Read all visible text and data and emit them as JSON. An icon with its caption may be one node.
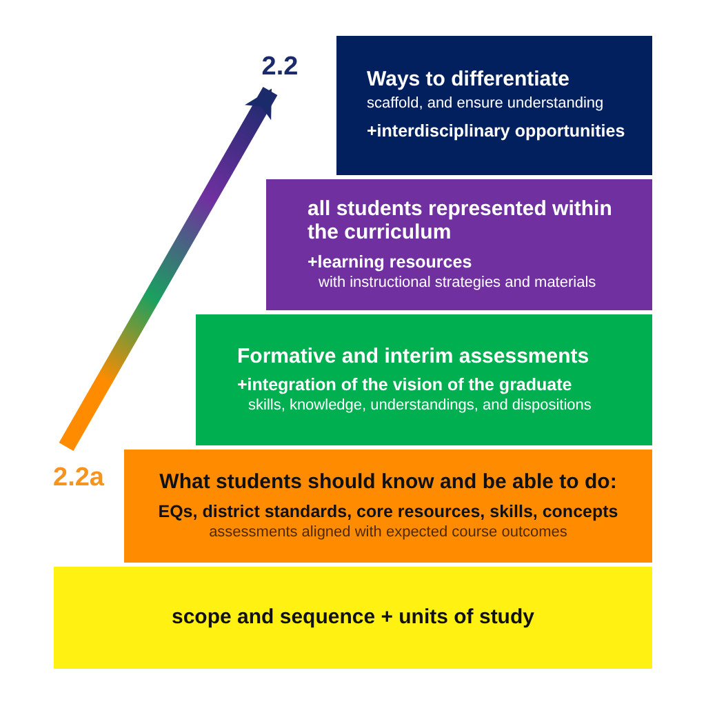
{
  "diagram": {
    "nodes": [
      {
        "text": [
          "2.2"
        ]
      },
      {
        "text": [
          "Ways to differentiate",
          "scaffold, and ensure understanding",
          "+interdisciplinary opportunities"
        ]
      },
      {
        "text": [
          "all students represented within the curriculum",
          "+learning resources",
          "with instructional strategies and materials"
        ]
      },
      {
        "text": [
          "Formative and interim assessments",
          "+integration of the vision of the graduate",
          "skills, knowledge, understandings, and dispositions"
        ]
      },
      {
        "text": [
          "2.2a"
        ]
      },
      {
        "text": [
          "What students should know and be able to do:",
          "EQs, district standards, core resources, skills, concepts",
          "assessments aligned with expected course outcomes"
        ]
      },
      {
        "text": [
          "scope and sequence + units of study"
        ]
      }
    ],
    "edges": [
      {
        "from": 4,
        "to": 0,
        "arrow": "to"
      }
    ]
  }
}
